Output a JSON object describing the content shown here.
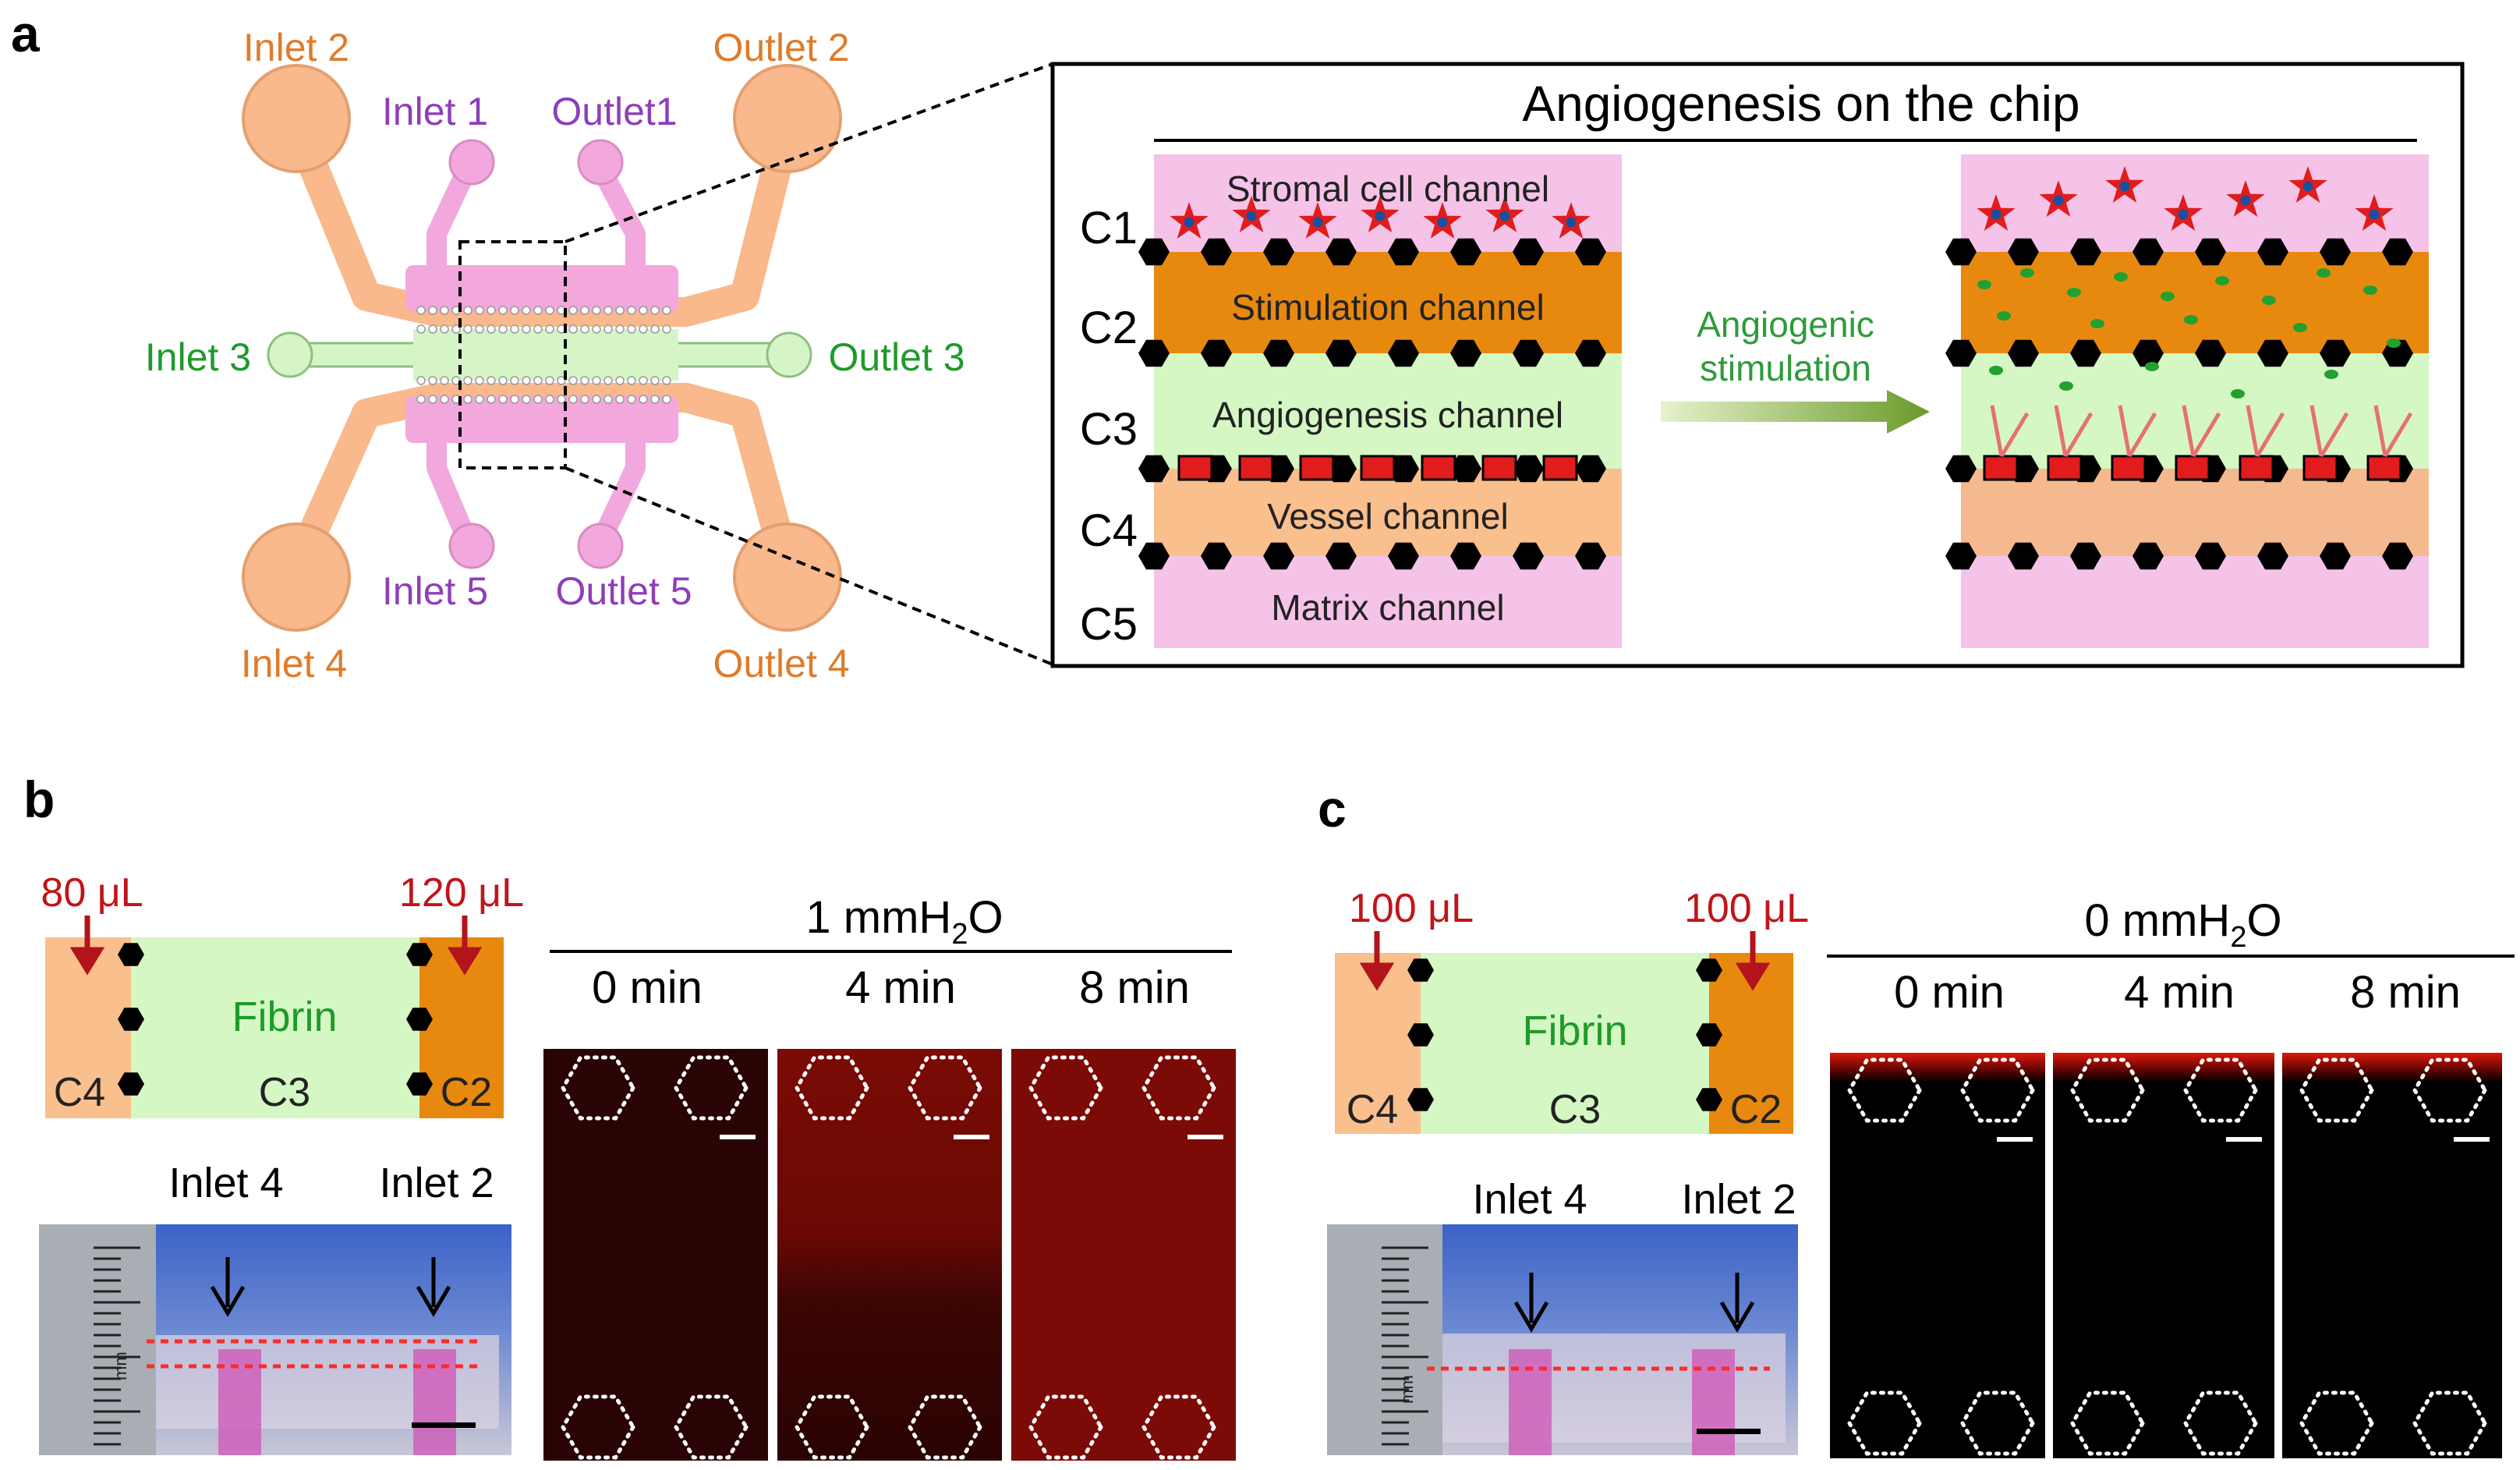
{
  "panel_a": {
    "letter": "a",
    "chip": {
      "inlet2": "Inlet 2",
      "outlet2": "Outlet 2",
      "inlet1": "Inlet 1",
      "outlet1": "Outlet1",
      "inlet3": "Inlet 3",
      "outlet3": "Outlet 3",
      "inlet5": "Inlet 5",
      "outlet5": "Outlet 5",
      "inlet4": "Inlet 4",
      "outlet4": "Outlet 4"
    },
    "box_title": "Angiogenesis on the chip",
    "rows": [
      "C1",
      "C2",
      "C3",
      "C4",
      "C5"
    ],
    "channels": {
      "c1": "Stromal cell channel",
      "c2": "Stimulation channel",
      "c3": "Angiogenesis channel",
      "c4": "Vessel channel",
      "c5": "Matrix channel"
    },
    "arrow_line1": "Angiogenic",
    "arrow_line2": "stimulation",
    "colors": {
      "chip_orange": "#f9b98c",
      "chip_pink": "#f2a8dc",
      "chip_green": "#d6f5c6",
      "stromal": "#f5c3e8",
      "stimulation": "#e8890f",
      "angiogenesis": "#d4f7c4",
      "vessel": "#f9bf8c",
      "matrix": "#f5c3e8",
      "post": "#000000",
      "cell": "#e01c1c"
    }
  },
  "panel_b": {
    "letter": "b",
    "vol_left": "80 μL",
    "vol_right": "120 μL",
    "fibrin": "Fibrin",
    "c4": "C4",
    "c3": "C3",
    "c2": "C2",
    "photo_inlet4": "Inlet 4",
    "photo_inlet2": "Inlet 2",
    "pressure_pre": "1 mmH",
    "pressure_sub": "2",
    "pressure_post": "O",
    "times": [
      "0 min",
      "4 min",
      "8 min"
    ],
    "tile_colors": [
      "#2a0404",
      "#7a0b05",
      "#7c0b07"
    ]
  },
  "panel_c": {
    "letter": "c",
    "vol_left": "100 μL",
    "vol_right": "100 μL",
    "fibrin": "Fibrin",
    "c4": "C4",
    "c3": "C3",
    "c2": "C2",
    "photo_inlet4": "Inlet 4",
    "photo_inlet2": "Inlet 2",
    "pressure_pre": "0 mmH",
    "pressure_sub": "2",
    "pressure_post": "O",
    "times": [
      "0 min",
      "4 min",
      "8 min"
    ],
    "tile_color": "#000000",
    "edge_glow": "#e0190a"
  },
  "photo_scale_text": "mm"
}
